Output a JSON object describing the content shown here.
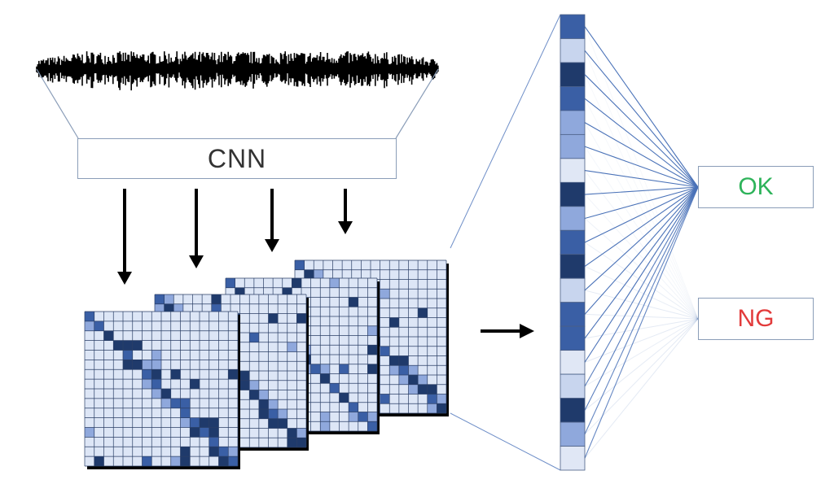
{
  "model_label": "CNN",
  "outputs": [
    {
      "label": "OK",
      "color": "#2eb35a"
    },
    {
      "label": "NG",
      "color": "#e23b3b"
    }
  ],
  "colors": {
    "dark": "#1f3a6b",
    "mid": "#3a5fa5",
    "light": "#8fa8dc",
    "pale": "#c8d5ee",
    "lightest": "#e0e7f5",
    "line": "#4a72b8",
    "border": "#8a9db8"
  },
  "feature_vector": [
    "mid",
    "pale",
    "dark",
    "mid",
    "light",
    "light",
    "lightest",
    "dark",
    "light",
    "mid",
    "dark",
    "pale",
    "mid",
    "mid",
    "lightest",
    "pale",
    "dark",
    "light",
    "lightest"
  ],
  "connection_strength": {
    "OK": [
      1,
      1,
      1,
      1,
      1,
      1,
      1,
      1,
      1,
      1,
      1,
      1,
      1,
      1,
      1,
      0.9,
      0.9,
      0.85,
      0.85
    ],
    "NG": [
      0.05,
      0.05,
      0.05,
      0.05,
      0.06,
      0.06,
      0.08,
      0.08,
      0.1,
      0.12,
      0.12,
      0.15,
      0.15,
      0.15,
      0.15,
      0.12,
      0.15,
      0.15,
      0.15
    ]
  },
  "feature_map_count": 4,
  "waveform_icon": "audio-waveform-icon",
  "arrow_icon": "arrow-right-icon"
}
